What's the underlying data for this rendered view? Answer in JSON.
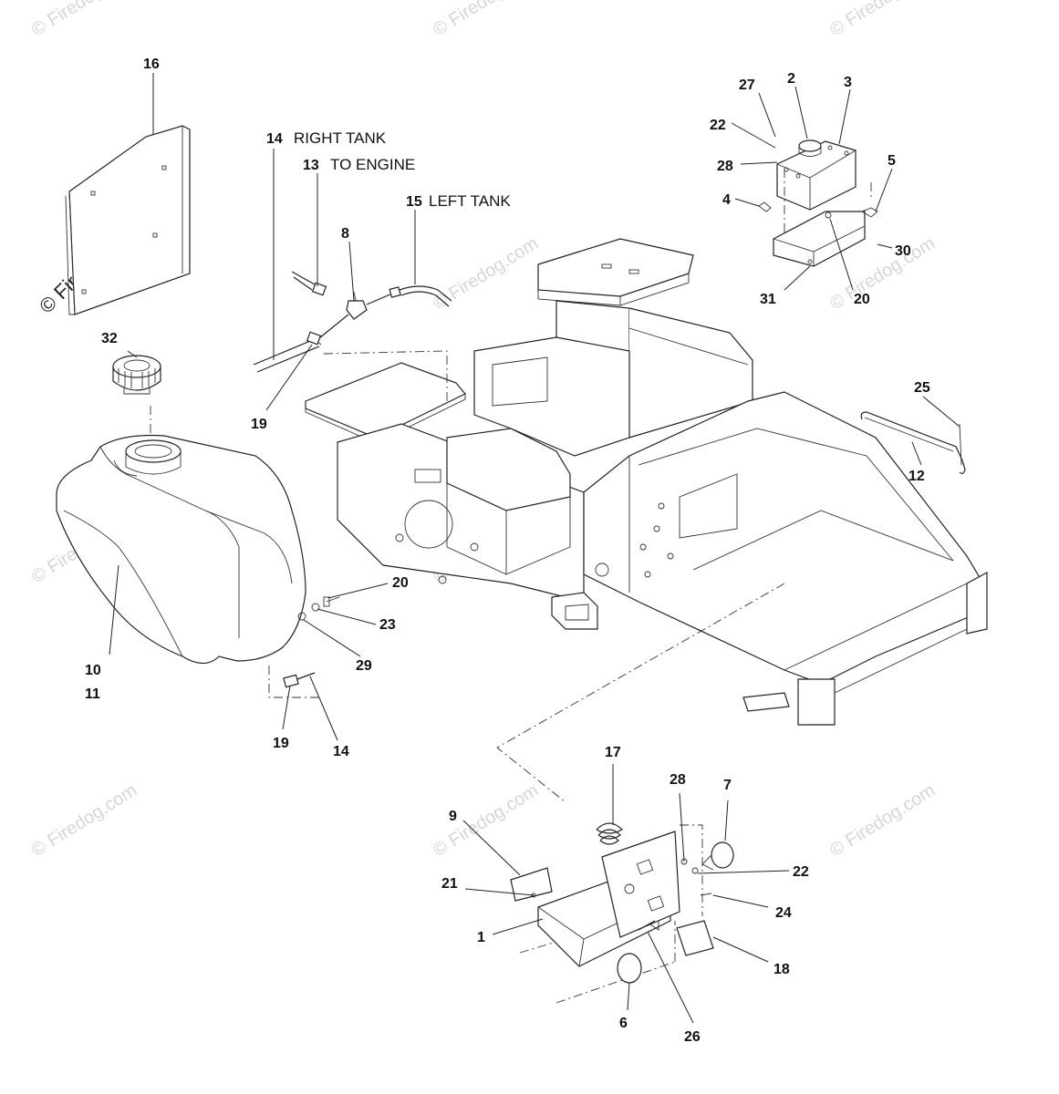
{
  "callouts": {
    "c1": "1",
    "c2": "2",
    "c3": "3",
    "c4": "4",
    "c5": "5",
    "c6": "6",
    "c7": "7",
    "c8": "8",
    "c9": "9",
    "c10": "10",
    "c11": "11",
    "c12": "12",
    "c13": "13",
    "c14a": "14",
    "c14b": "14",
    "c15": "15",
    "c16": "16",
    "c17": "17",
    "c18": "18",
    "c19a": "19",
    "c19b": "19",
    "c20a": "20",
    "c20b": "20",
    "c21": "21",
    "c22a": "22",
    "c22b": "22",
    "c23": "23",
    "c24": "24",
    "c25": "25",
    "c26": "26",
    "c27": "27",
    "c28a": "28",
    "c28b": "28",
    "c29": "29",
    "c30": "30",
    "c31": "31",
    "c32": "32"
  },
  "tank_labels": {
    "right_tank": "RIGHT TANK",
    "to_engine": "TO ENGINE",
    "left_tank": "LEFT TANK"
  },
  "watermarks": {
    "brand": "© Firedog.com"
  }
}
